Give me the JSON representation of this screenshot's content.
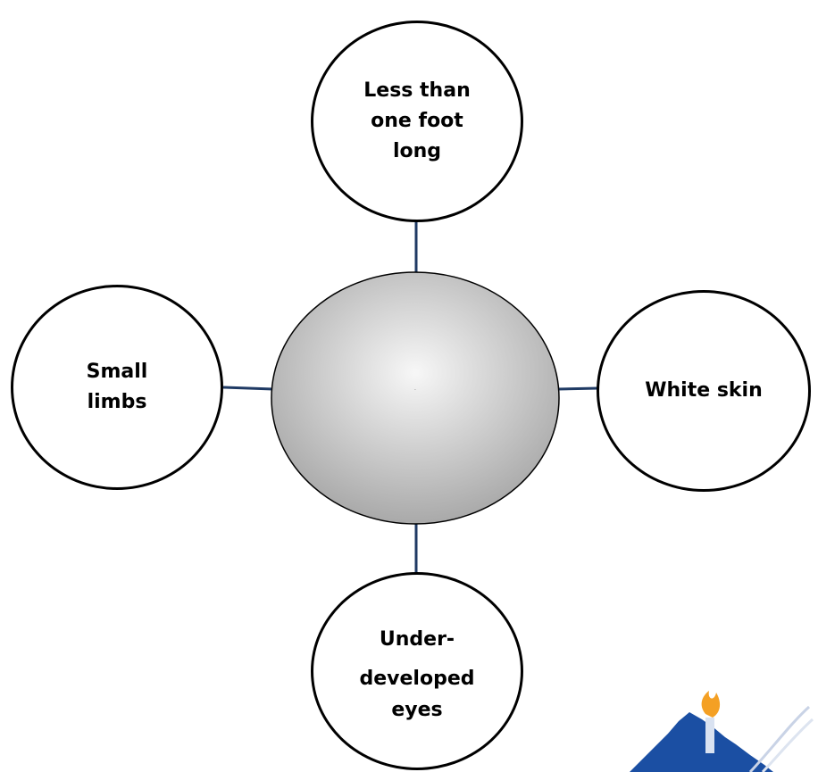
{
  "colors": {
    "connector": "#1f3a64",
    "node_border": "#000000",
    "center_fill_light": "#f7f7f7",
    "center_fill_dark": "#a9a9a9",
    "logo_blue": "#1b4fa3",
    "logo_flame": "#f4a024"
  },
  "diagram": {
    "center": {
      "label": "."
    },
    "nodes": {
      "top": {
        "lines": [
          "Less than",
          "one foot",
          "long"
        ]
      },
      "right": {
        "lines": [
          "White skin"
        ]
      },
      "bottom": {
        "lines": [
          "Under-",
          "developed",
          "eyes"
        ]
      },
      "left": {
        "lines": [
          "Small",
          "limbs"
        ]
      }
    }
  },
  "logo": {
    "icon": "torch-on-state-map-icon"
  }
}
